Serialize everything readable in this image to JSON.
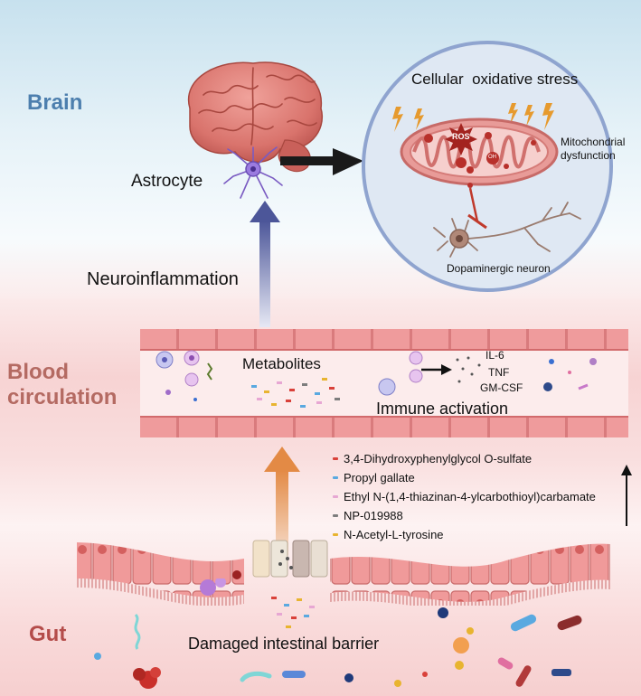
{
  "zones": {
    "brain": "Brain",
    "blood": "Blood\ncirculation",
    "gut": "Gut"
  },
  "brain_section": {
    "astrocyte_label": "Astrocyte",
    "neuroinflammation_label": "Neuroinflammation",
    "inset": {
      "title": "Cellular  oxidative stress",
      "ros_label": "ROS",
      "oh_label": "OH",
      "mito_label": "Mitochondrial\ndysfunction",
      "neuron_label": "Dopaminergic neuron"
    }
  },
  "blood_section": {
    "metabolites_label": "Metabolites",
    "immune_label": "Immune activation",
    "cytokines": [
      "IL-6",
      "TNF",
      "GM-CSF"
    ]
  },
  "legend": [
    {
      "label": "3,4-Dihydroxyphenylglycol O-sulfate",
      "color": "#d9413a"
    },
    {
      "label": "Propyl gallate",
      "color": "#5aa9e0"
    },
    {
      "label": "Ethyl N-(1,4-thiazinan-4-ylcarbothioyl)carbamate",
      "color": "#e7a7d3"
    },
    {
      "label": "NP-019988",
      "color": "#7d7d7d"
    },
    {
      "label": "N-Acetyl-L-tyrosine",
      "color": "#e8b430"
    }
  ],
  "gut_section": {
    "barrier_label": "Damaged intestinal barrier"
  },
  "colors": {
    "brain_zone": "#4d7fae",
    "blood_zone": "#b46a62",
    "gut_zone": "#b44c4a",
    "vessel": "#f1a1a2",
    "up_arrow_brain": "#5e6aa8",
    "up_arrow_gut": "#e38a45"
  }
}
